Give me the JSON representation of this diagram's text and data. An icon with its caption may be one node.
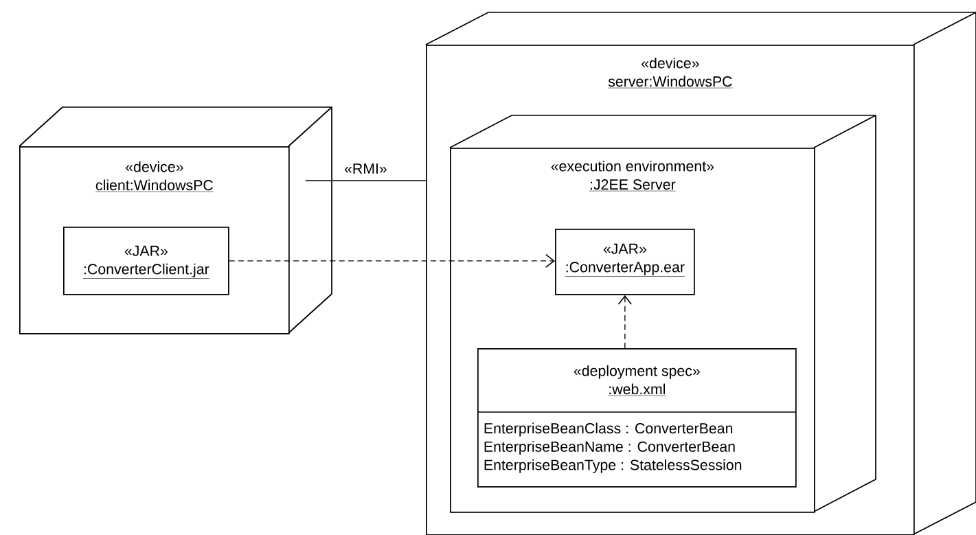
{
  "diagram": {
    "nodes": [
      {
        "text": [
          "«device»",
          "client:WindowsPC"
        ]
      },
      {
        "text": [
          "«JAR»",
          ":ConverterClient.jar"
        ],
        "in": 0
      },
      {
        "text": [
          "«device»",
          "server:WindowsPC"
        ]
      },
      {
        "text": [
          "«execution environment»",
          ":J2EE Server"
        ],
        "in": 2
      },
      {
        "text": [
          "«JAR»",
          ":ConverterApp.ear"
        ],
        "in": 3
      },
      {
        "text": [
          "«deployment spec»",
          ":web.xml",
          "EnterpriseBeanClass : ConverterBean",
          "EnterpriseBeanName : ConverterBean",
          "EnterpriseBeanType : StatelessSession"
        ],
        "in": 3
      }
    ],
    "edges": [
      {
        "from": 0,
        "to": 2,
        "arrow": "none",
        "label": "«RMI»"
      },
      {
        "from": 1,
        "to": 4,
        "arrow": "to",
        "style": "dashed"
      },
      {
        "from": 5,
        "to": 4,
        "arrow": "to",
        "style": "dashed"
      }
    ]
  }
}
